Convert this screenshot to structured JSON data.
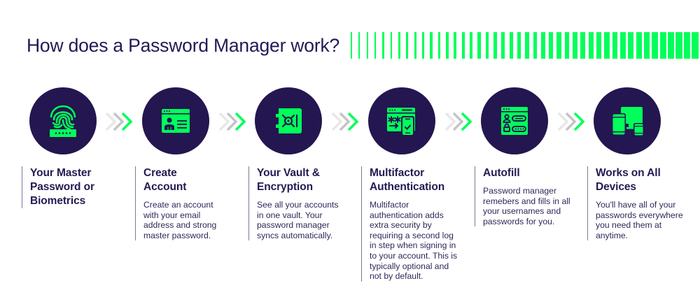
{
  "title": "How does a Password Manager work?",
  "colors": {
    "navy": "#241650",
    "text": "#241a52",
    "accent_green": "#00ff5a",
    "chevron_light": "#e6e6e6",
    "chevron_mid": "#bdbdbd",
    "divider": "#7d7a93"
  },
  "decorative_stripes": {
    "count": 44,
    "color": "#00ff5a"
  },
  "steps": [
    {
      "icon": "fingerprint-password-icon",
      "heading": "Your Master Password or Biometrics",
      "heading_lines": [
        "Your Master",
        "Password or",
        "Biometrics"
      ],
      "body": ""
    },
    {
      "icon": "account-profile-window-icon",
      "heading": "Create Account",
      "heading_lines": [
        "Create",
        "Account"
      ],
      "body": "Create an account with your email address and strong master password."
    },
    {
      "icon": "vault-safe-icon",
      "heading": "Your Vault & Encryption",
      "heading_lines": [
        "Your Vault &",
        "Encryption"
      ],
      "body": "See all your accounts in one vault. Your password manager syncs automatically."
    },
    {
      "icon": "multifactor-phone-icon",
      "heading": "Multifactor Authentication",
      "heading_lines": [
        "Multifactor",
        "Authentication"
      ],
      "body": "Multifactor authentication adds extra security by requiring a second log in step when signing in to your account. This is typically optional and not by default."
    },
    {
      "icon": "autofill-login-form-icon",
      "heading": "Autofill",
      "heading_lines": [
        "Autofill"
      ],
      "body": "Password manager remebers and fills in all your usernames and passwords for you."
    },
    {
      "icon": "multiple-devices-icon",
      "heading": "Works on All Devices",
      "heading_lines": [
        "Works on All",
        "Devices"
      ],
      "body": "You'll have all of your passwords everywhere you need them at anytime."
    }
  ]
}
